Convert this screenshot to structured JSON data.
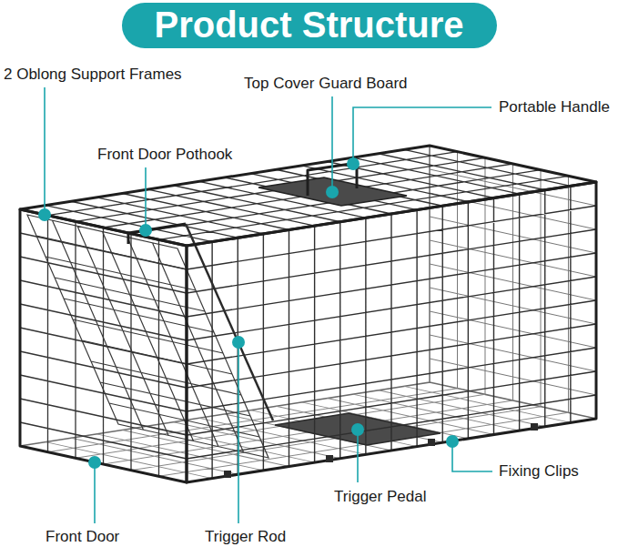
{
  "diagram": {
    "title": "Product Structure",
    "labels": [
      "2 Oblong Support Frames",
      "Top Cover Guard Board",
      "Portable Handle",
      "Front Door Pothook",
      "Fixing Clips",
      "Trigger Pedal",
      "Front Door",
      "Trigger Rod"
    ]
  }
}
